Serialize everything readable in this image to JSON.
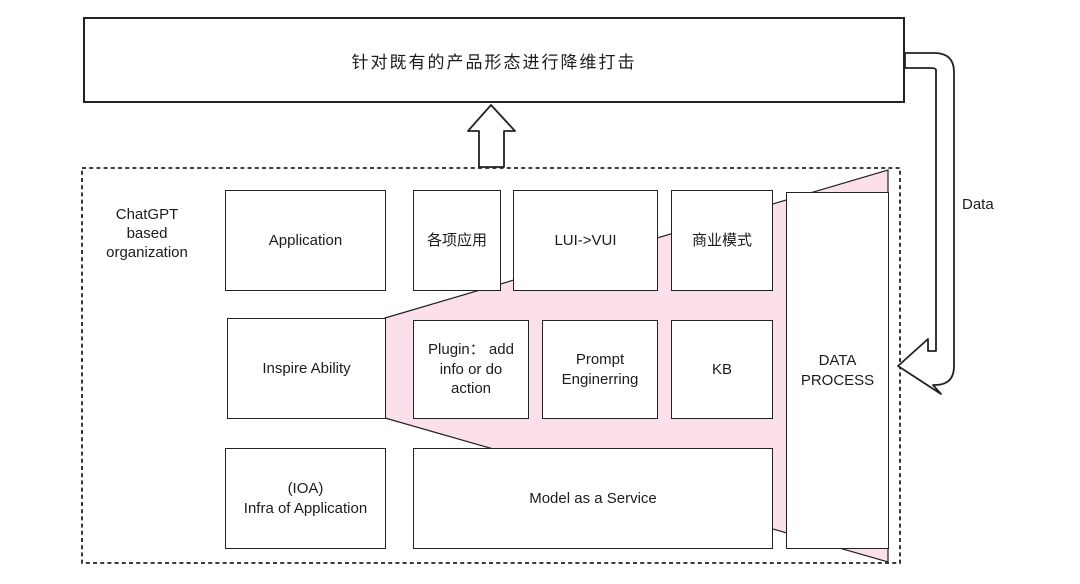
{
  "diagram": {
    "banner": {
      "label": "针对既有的产品形态进行降维打击"
    },
    "container": {
      "label": "ChatGPT\nbased\norganization"
    },
    "nodes": {
      "application": {
        "label": "Application"
      },
      "misc_apps": {
        "label": "各项应用"
      },
      "lui_vui": {
        "label": "LUI->VUI"
      },
      "business_model": {
        "label": "商业模式"
      },
      "inspire_ability": {
        "label": "Inspire Ability"
      },
      "plugin": {
        "label": "Plugin： add\ninfo or do\naction"
      },
      "prompt_engineering": {
        "label": "Prompt\nEnginerring"
      },
      "kb": {
        "label": "KB"
      },
      "ioa": {
        "label": "(IOA)\nInfra of Application"
      },
      "maas": {
        "label": "Model as a Service"
      },
      "data_process": {
        "label": "DATA\nPROCESS"
      }
    },
    "arrows": {
      "data_label": "Data"
    },
    "colors": {
      "funnel_pink": "#fbdfeb",
      "line": "#222222"
    }
  }
}
